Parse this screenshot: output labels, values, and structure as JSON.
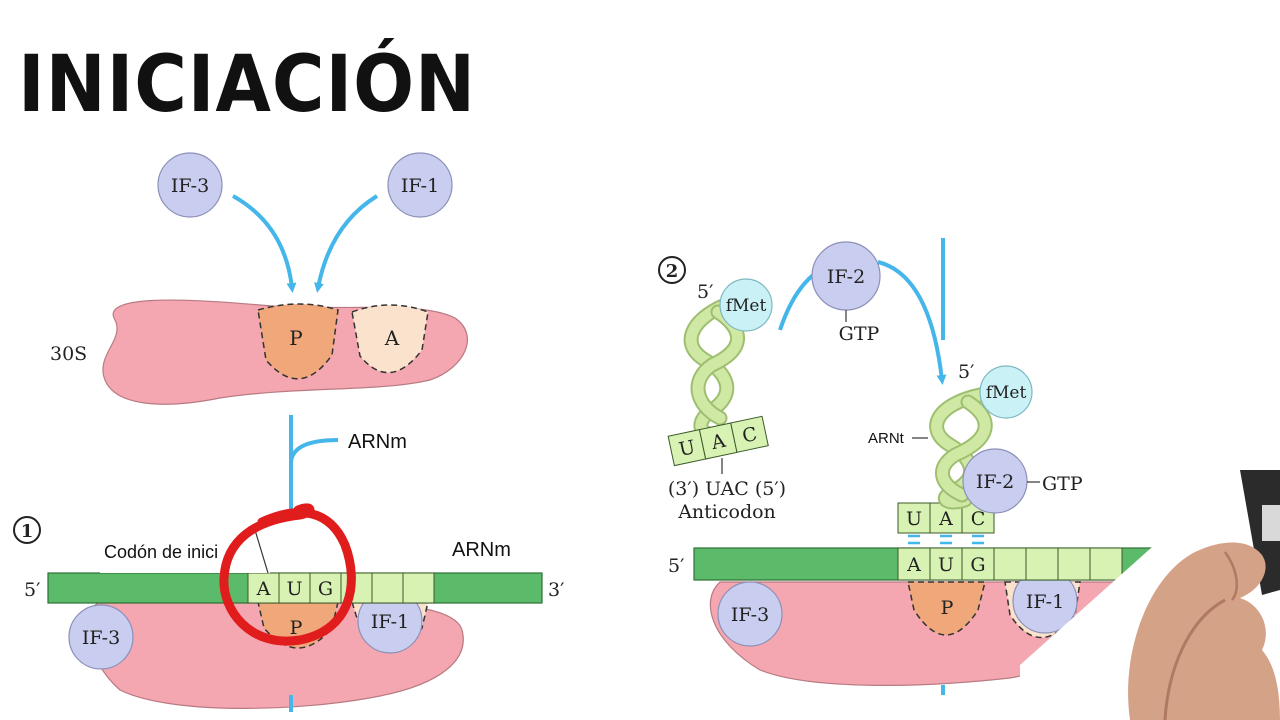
{
  "title": "INICIACIÓN",
  "colors": {
    "ribosome": "#f4a7b0",
    "p_site": "#f0a77a",
    "a_site": "#fbe2cc",
    "factor": "#c9cdef",
    "mrna": "#5cbb6a",
    "codon": "#d8f2b3",
    "trna": "#cfe8a4",
    "fmet": "#c9f1f6",
    "arrow": "#44b6ea",
    "marker": "#e01c1c"
  },
  "panel1": {
    "factor_if3": "IF-3",
    "factor_if1": "IF-1",
    "subunit_label": "30S",
    "site_p": "P",
    "site_a": "A",
    "mrna_label": "ARNm",
    "step_number": "1",
    "start_codon_label": "Codón de inici",
    "mrna_label_right": "ARNm",
    "five_prime": "5′",
    "three_prime": "3′",
    "codon_bases": [
      "A",
      "U",
      "G"
    ],
    "bound_if3": "IF-3",
    "bound_if1": "IF-1",
    "bound_site_p": "P"
  },
  "panel2": {
    "step_number": "2",
    "five_prime_trna": "5′",
    "fmet": "fMet",
    "factor_if2": "IF-2",
    "gtp": "GTP",
    "anticodon_bases": [
      "U",
      "A",
      "C"
    ],
    "anticodon_seq": "(3′) UAC (5′)",
    "anticodon_label": "Anticodon",
    "complex_five_prime": "5′",
    "complex_fmet": "fMet",
    "trna_label": "ARNt",
    "complex_if2": "IF-2",
    "complex_gtp": "GTP",
    "complex_anticodon": [
      "U",
      "A",
      "C"
    ],
    "mrna_five_prime": "5′",
    "mrna_codon": [
      "A",
      "U",
      "G"
    ],
    "bound_if3": "IF-3",
    "bound_site_p": "P",
    "bound_if1": "IF-1"
  }
}
